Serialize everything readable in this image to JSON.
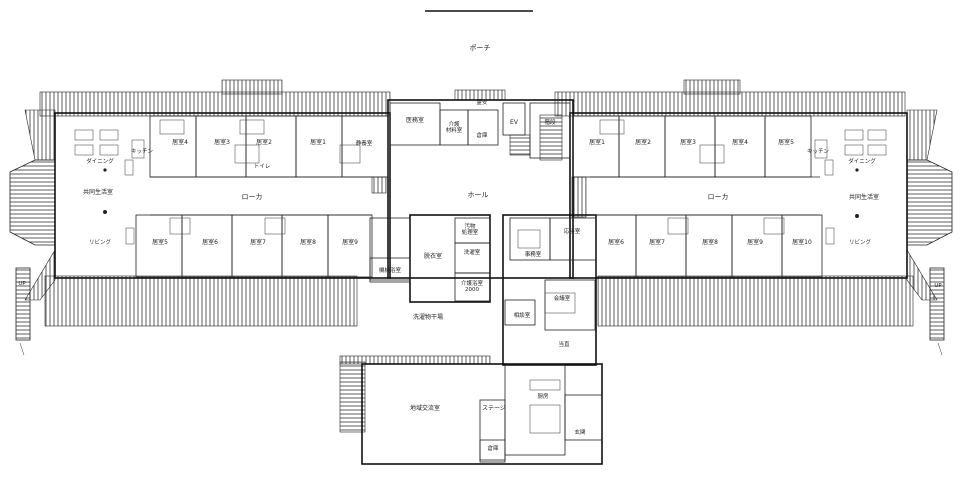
{
  "labels": {
    "porch": "ポーチ",
    "hall": "ホール",
    "corridor_left": "ローカ",
    "corridor_right": "ローカ",
    "common_left": "共同生活室",
    "common_right": "共同生活室",
    "dining_left": "ダイニング",
    "dining_right": "ダイニング",
    "living_left": "リビング",
    "living_right": "リビング",
    "kitchen_left": "キッチン",
    "kitchen_right": "キッチン",
    "medical": "医務室",
    "care_storage": "介護\n材料室",
    "storage_top": "倉庫",
    "ev": "EV",
    "stairs": "階段",
    "kuri": "霊安",
    "quiet": "静養室",
    "toilet": "トイレ",
    "laundry_area": "洗濯物干場",
    "undress": "脱衣室",
    "machine_bath": "機械浴室",
    "filth": "汚物\n処理室",
    "wash": "洗濯室",
    "care_bath": "介護浴室\n2000",
    "office": "事務室",
    "reception": "応接室",
    "consult": "相談室",
    "meeting": "会議室",
    "on_call": "当直",
    "community": "地域交流室",
    "stage": "ステージ",
    "kitchen_main": "厨房",
    "entrance_hall": "玄関",
    "small_store": "倉庫",
    "up_left": "UP",
    "up_right": "UP",
    "rooms_left_top": [
      "居室4",
      "居室3",
      "居室2",
      "居室1"
    ],
    "rooms_left_bottom": [
      "居室5",
      "居室6",
      "居室7",
      "居室8",
      "居室9"
    ],
    "rooms_right_top": [
      "居室1",
      "居室2",
      "居室3",
      "居室4",
      "居室5"
    ],
    "rooms_right_bottom": [
      "居室6",
      "居室7",
      "居室8",
      "居室9",
      "居室10"
    ]
  }
}
